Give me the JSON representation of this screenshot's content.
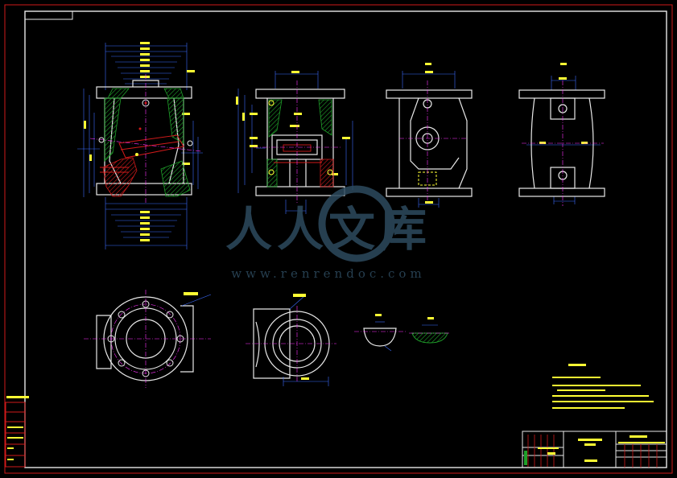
{
  "colors": {
    "background": "#000000",
    "frame_red": "#d11a1a",
    "outline_white": "#e8e8e8",
    "dimension_blue": "#3b6cff",
    "center_magenta": "#ff33ff",
    "hatch_green": "#1fa02a",
    "note_yellow": "#ffff33",
    "watermark": "#2d4a5e"
  },
  "watermark": {
    "brand_cn": "人人文库",
    "url": "www.renrendoc.com"
  },
  "icons": [
    "valve-body-front-section",
    "valve-body-side-section",
    "valve-body-view-a",
    "valve-body-view-b",
    "flange-bottom-view",
    "boss-detail-view",
    "section-detail-b-icon",
    "section-detail-c-icon",
    "watermark-logo-icon"
  ]
}
